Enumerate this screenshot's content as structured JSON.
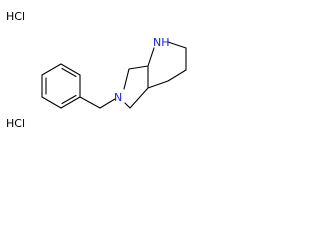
{
  "molecule": {
    "salt_top": "HCl",
    "salt_bottom": "HCl",
    "nh_label": "NH",
    "n_label": "N"
  },
  "colors": {
    "bond": "#000000",
    "nitrogen": "#1a23d4",
    "background": "#ffffff"
  }
}
